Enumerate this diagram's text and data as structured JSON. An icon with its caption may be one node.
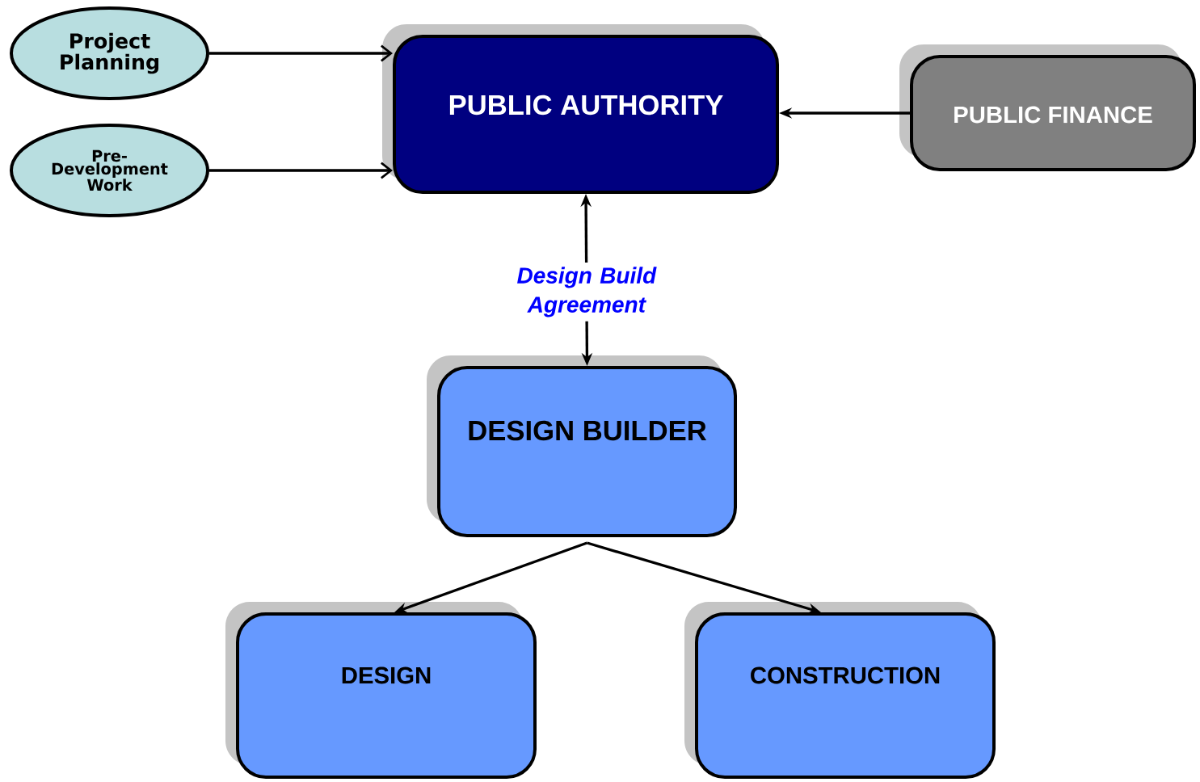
{
  "diagram": {
    "nodes": [
      {
        "text": [
          "Project Planning"
        ]
      },
      {
        "text": [
          "Pre-Development Work"
        ]
      },
      {
        "text": [
          "PUBLIC AUTHORITY"
        ]
      },
      {
        "text": [
          "PUBLIC FINANCE"
        ]
      },
      {
        "text": [
          "DESIGN BUILDER"
        ]
      },
      {
        "text": [
          "DESIGN"
        ]
      },
      {
        "text": [
          "CONSTRUCTION"
        ]
      }
    ],
    "edges": [
      {
        "from": 0,
        "to": 2,
        "arrow": "to"
      },
      {
        "from": 1,
        "to": 2,
        "arrow": "to"
      },
      {
        "from": 3,
        "to": 2,
        "arrow": "to"
      },
      {
        "from": 4,
        "to": 2,
        "arrow": "both",
        "label": "Design Build Agreement"
      },
      {
        "from": 4,
        "to": 5,
        "arrow": "to"
      },
      {
        "from": 4,
        "to": 6,
        "arrow": "to"
      }
    ]
  }
}
